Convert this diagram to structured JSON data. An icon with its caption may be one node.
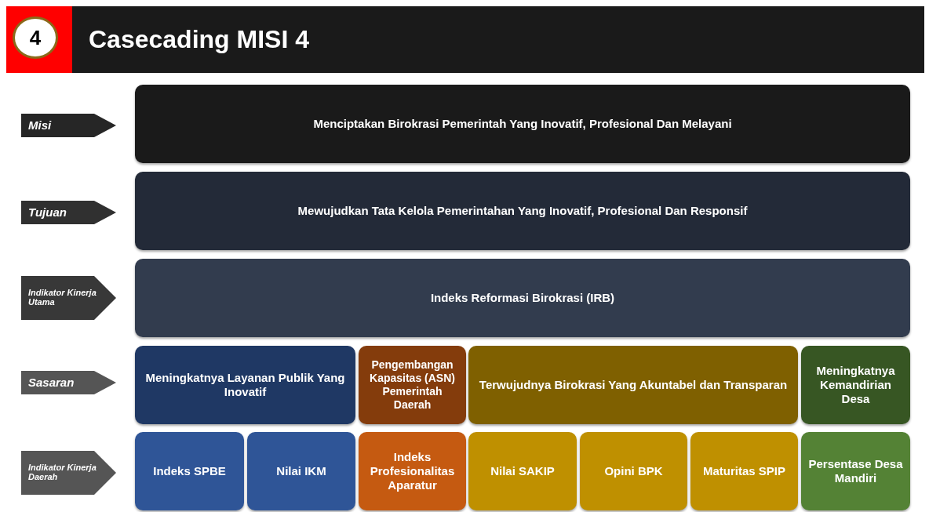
{
  "diagram": {
    "title": "Casecading MISI 4",
    "nodes": [
      {
        "text": [
          "4"
        ]
      },
      {
        "text": [
          "Misi"
        ]
      },
      {
        "text": [
          "Menciptakan Birokrasi Pemerintah Yang Inovatif, Profesional Dan Melayani"
        ]
      },
      {
        "text": [
          "Tujuan"
        ]
      },
      {
        "text": [
          "Mewujudkan Tata Kelola Pemerintahan Yang Inovatif, Profesional Dan Responsif"
        ]
      },
      {
        "text": [
          "Indikator Kinerja Utama"
        ]
      },
      {
        "text": [
          "Indeks Reformasi Birokrasi (IRB)"
        ]
      },
      {
        "text": [
          "Sasaran"
        ]
      },
      {
        "text": [
          "Meningkatnya Layanan Publik Yang Inovatif"
        ]
      },
      {
        "text": [
          "Pengembangan Kapasitas (ASN) Pemerintah Daerah"
        ]
      },
      {
        "text": [
          "Terwujudnya Birokrasi Yang Akuntabel dan Transparan"
        ]
      },
      {
        "text": [
          "Meningkatnya Kemandirian Desa"
        ]
      },
      {
        "text": [
          "Indikator Kinerja Daerah"
        ]
      },
      {
        "text": [
          "Indeks SPBE"
        ]
      },
      {
        "text": [
          "Nilai IKM"
        ]
      },
      {
        "text": [
          "Indeks Profesionalitas Aparatur"
        ]
      },
      {
        "text": [
          "Nilai SAKIP"
        ]
      },
      {
        "text": [
          "Opini BPK"
        ]
      },
      {
        "text": [
          "Maturitas SPIP"
        ]
      },
      {
        "text": [
          "Persentase Desa Mandiri"
        ]
      }
    ],
    "edges": []
  }
}
